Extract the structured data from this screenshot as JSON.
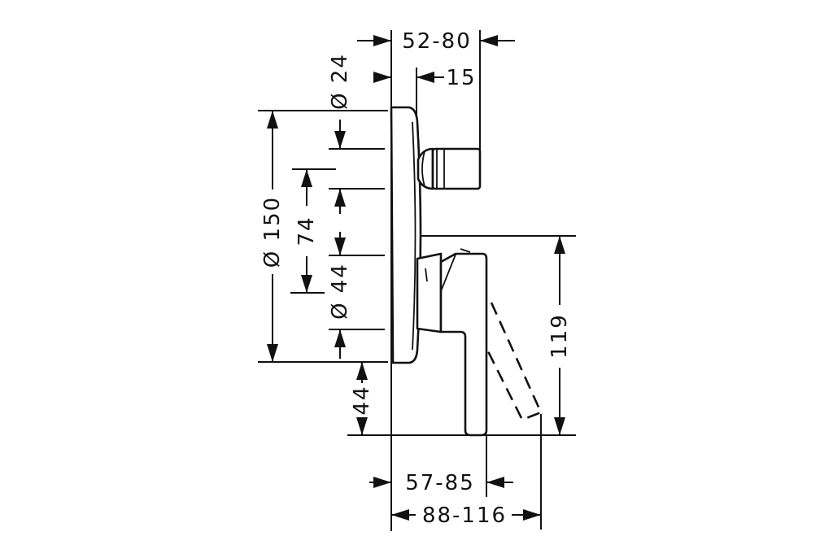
{
  "drawing": {
    "dims": {
      "top_width": "52-80",
      "knob_diameter": "Ø 24",
      "plate_depth": "15",
      "plate_diameter": "Ø 150",
      "center_distance": "74",
      "handle_base_diameter": "Ø 44",
      "bottom_offset": "44",
      "handle_height": "119",
      "handle_projection": "57-85",
      "total_projection": "88-116"
    }
  }
}
